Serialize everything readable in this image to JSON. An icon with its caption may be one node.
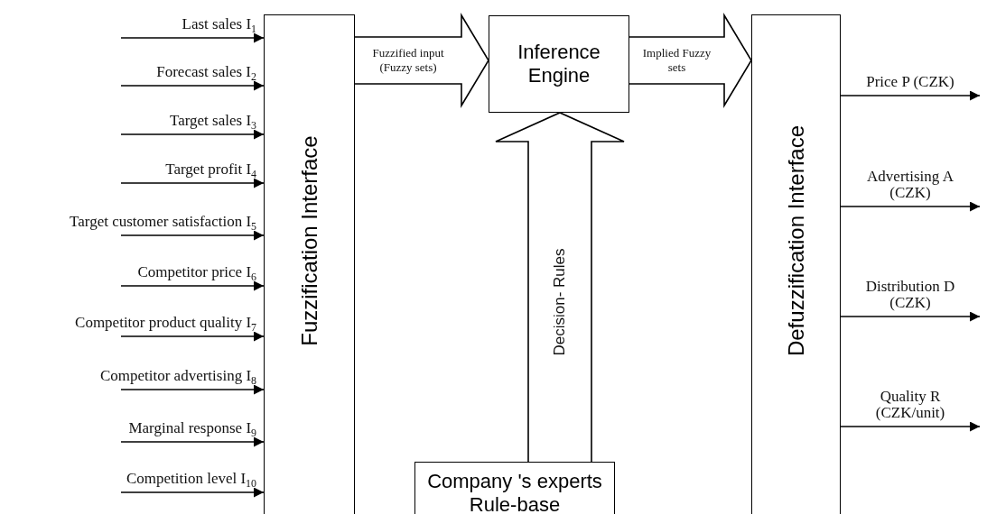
{
  "diagram": {
    "nodes": [
      {
        "text": [
          "Fuzzification Interface"
        ]
      },
      {
        "text": [
          "Inference Engine"
        ]
      },
      {
        "text": [
          "Defuzzification Interface"
        ]
      },
      {
        "text": [
          "Company 's experts Rule-base"
        ]
      }
    ],
    "edges": [
      {
        "from": null,
        "to": 0,
        "arrow": "to",
        "label": "Last sales I$_{1}$"
      },
      {
        "from": null,
        "to": 0,
        "arrow": "to",
        "label": "Forecast sales I$_{2}$"
      },
      {
        "from": null,
        "to": 0,
        "arrow": "to",
        "label": "Target sales I$_{3}$"
      },
      {
        "from": null,
        "to": 0,
        "arrow": "to",
        "label": "Target profit I$_{4}$"
      },
      {
        "from": null,
        "to": 0,
        "arrow": "to",
        "label": "Target customer satisfaction I$_{5}$"
      },
      {
        "from": null,
        "to": 0,
        "arrow": "to",
        "label": "Competitor price I$_{6}$"
      },
      {
        "from": null,
        "to": 0,
        "arrow": "to",
        "label": "Competitor product quality I$_{7}$"
      },
      {
        "from": null,
        "to": 0,
        "arrow": "to",
        "label": "Competitor advertising I$_{8}$"
      },
      {
        "from": null,
        "to": 0,
        "arrow": "to",
        "label": "Marginal response I$_{9}$"
      },
      {
        "from": null,
        "to": 0,
        "arrow": "to",
        "label": "Competition level I$_{10}$"
      },
      {
        "from": 0,
        "to": 1,
        "arrow": "to",
        "label": "Fuzzified input (Fuzzy sets)",
        "style": "thick"
      },
      {
        "from": 1,
        "to": 2,
        "arrow": "to",
        "label": "Implied Fuzzy sets",
        "style": "thick"
      },
      {
        "from": 3,
        "to": 1,
        "arrow": "to",
        "label": "Decision- Rules",
        "style": "thick"
      },
      {
        "from": 2,
        "to": null,
        "arrow": "to",
        "label": "Price P (CZK)"
      },
      {
        "from": 2,
        "to": null,
        "arrow": "to",
        "label": "Advertising A (CZK)"
      },
      {
        "from": 2,
        "to": null,
        "arrow": "to",
        "label": "Distribution D (CZK)"
      },
      {
        "from": 2,
        "to": null,
        "arrow": "to",
        "label": "Quality R (CZK/unit)"
      }
    ]
  }
}
